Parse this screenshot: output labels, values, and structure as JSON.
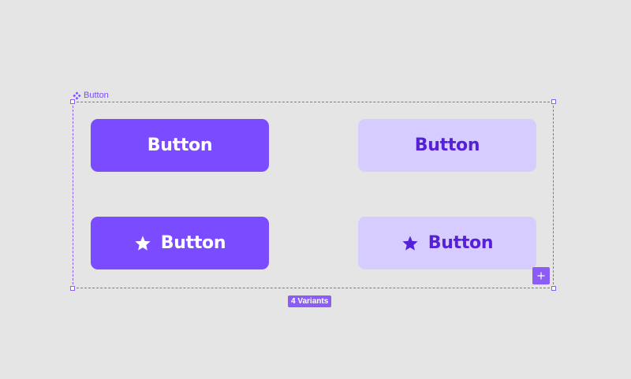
{
  "component": {
    "label": "Button",
    "icon": "component-set-icon"
  },
  "variants": [
    {
      "label": "Button",
      "style": "primary",
      "has_icon": false
    },
    {
      "label": "Button",
      "style": "secondary",
      "has_icon": false
    },
    {
      "label": "Button",
      "style": "primary",
      "has_icon": true,
      "icon": "star-icon"
    },
    {
      "label": "Button",
      "style": "secondary",
      "has_icon": true,
      "icon": "star-icon"
    }
  ],
  "badge": {
    "label": "4 Variants"
  },
  "add_variant": {
    "icon": "plus-icon"
  },
  "colors": {
    "canvas": "#e5e5e5",
    "selection": "#8b5cf6",
    "primary_bg": "#7b4cff",
    "primary_text": "#ffffff",
    "secondary_bg": "#d6ccff",
    "secondary_text": "#5620d6"
  }
}
